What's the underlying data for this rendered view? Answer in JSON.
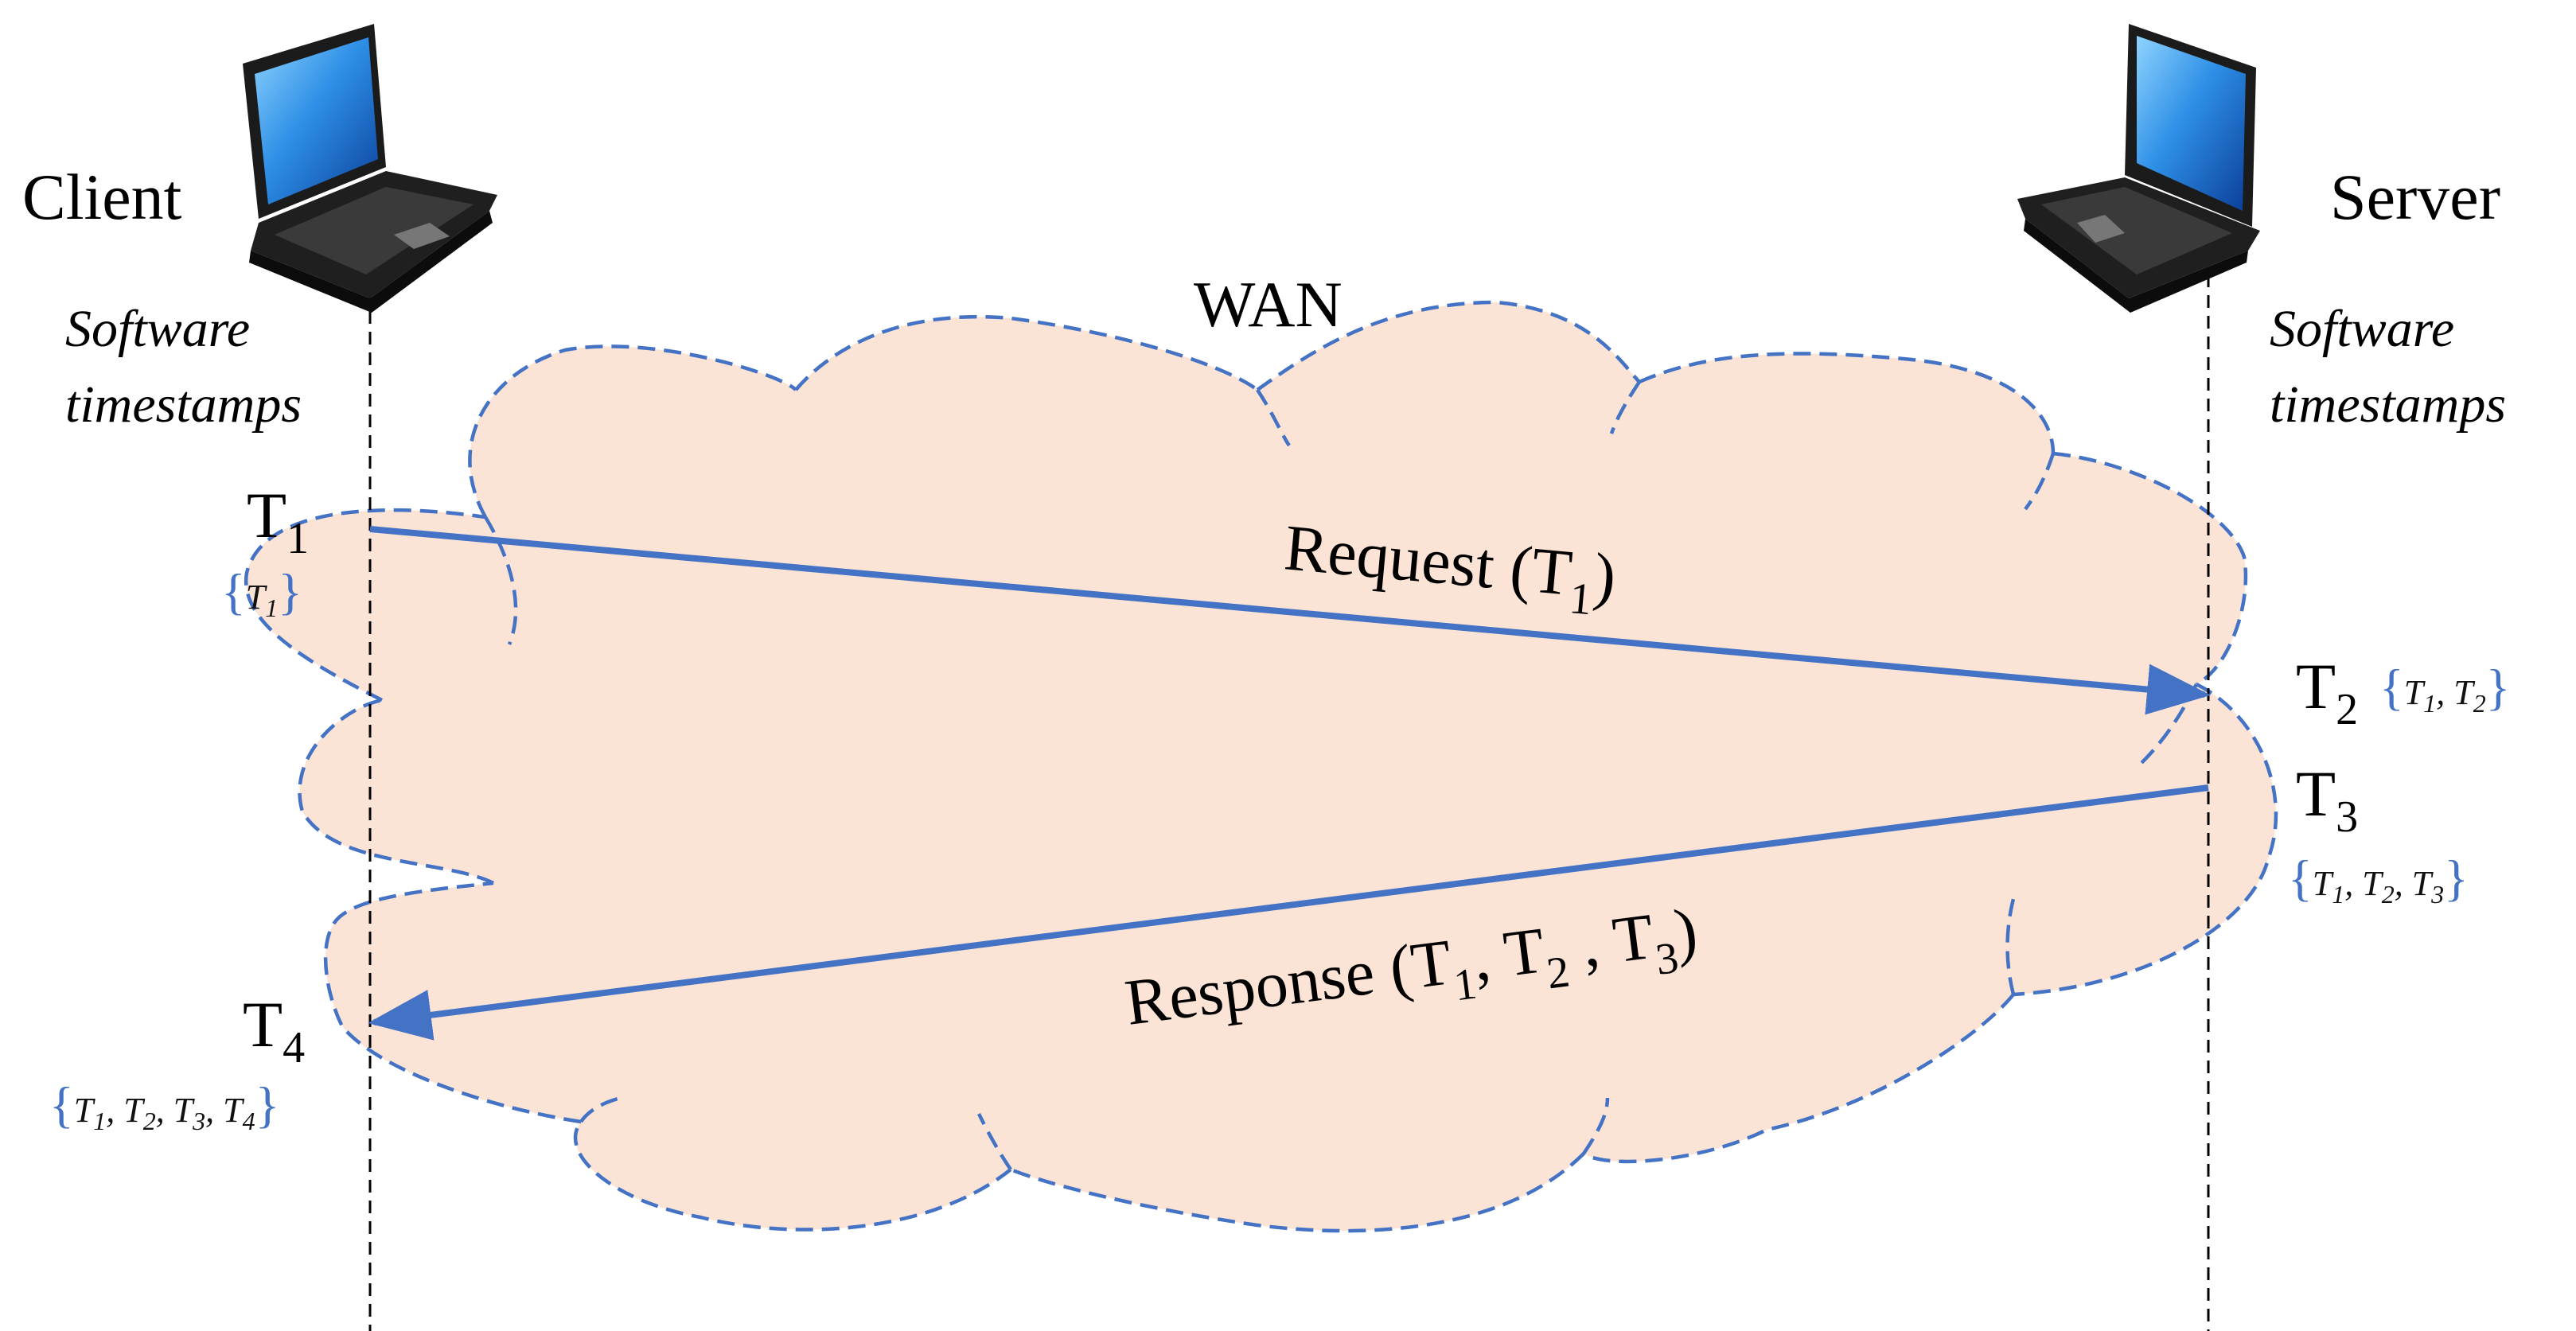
{
  "colors": {
    "cloud_fill": "#fbe4d6",
    "cloud_stroke": "#4472c4",
    "arrow": "#4472c4",
    "brace": "#4472c4",
    "text": "#000000"
  },
  "icons": {
    "client": "laptop-icon",
    "server": "laptop-icon"
  },
  "client": {
    "label": "Client",
    "ts_line1": "Software",
    "ts_line2": "timestamps"
  },
  "server": {
    "label": "Server",
    "ts_line1": "Software",
    "ts_line2": "timestamps"
  },
  "network": {
    "label": "WAN"
  },
  "request": {
    "label": "Request (T",
    "sub": "1",
    "close": ")"
  },
  "response": {
    "label": "Response (T",
    "sub1": "1",
    "mid1": ", T",
    "sub2": "2",
    "mid2": " , T",
    "sub3": "3",
    "close": ")"
  },
  "timestamps": {
    "t1": {
      "base": "T",
      "sub": "1",
      "set": [
        {
          "base": "T",
          "sub": "1"
        }
      ]
    },
    "t2": {
      "base": "T",
      "sub": "2",
      "set": [
        {
          "base": "T",
          "sub": "1"
        },
        {
          "base": "T",
          "sub": "2"
        }
      ]
    },
    "t3": {
      "base": "T",
      "sub": "3",
      "set": [
        {
          "base": "T",
          "sub": "1"
        },
        {
          "base": "T",
          "sub": "2"
        },
        {
          "base": "T",
          "sub": "3"
        }
      ]
    },
    "t4": {
      "base": "T",
      "sub": "4",
      "set": [
        {
          "base": "T",
          "sub": "1"
        },
        {
          "base": "T",
          "sub": "2"
        },
        {
          "base": "T",
          "sub": "3"
        },
        {
          "base": "T",
          "sub": "4"
        }
      ]
    }
  },
  "brace_open": "{",
  "brace_close": "}",
  "set_separator": ", "
}
